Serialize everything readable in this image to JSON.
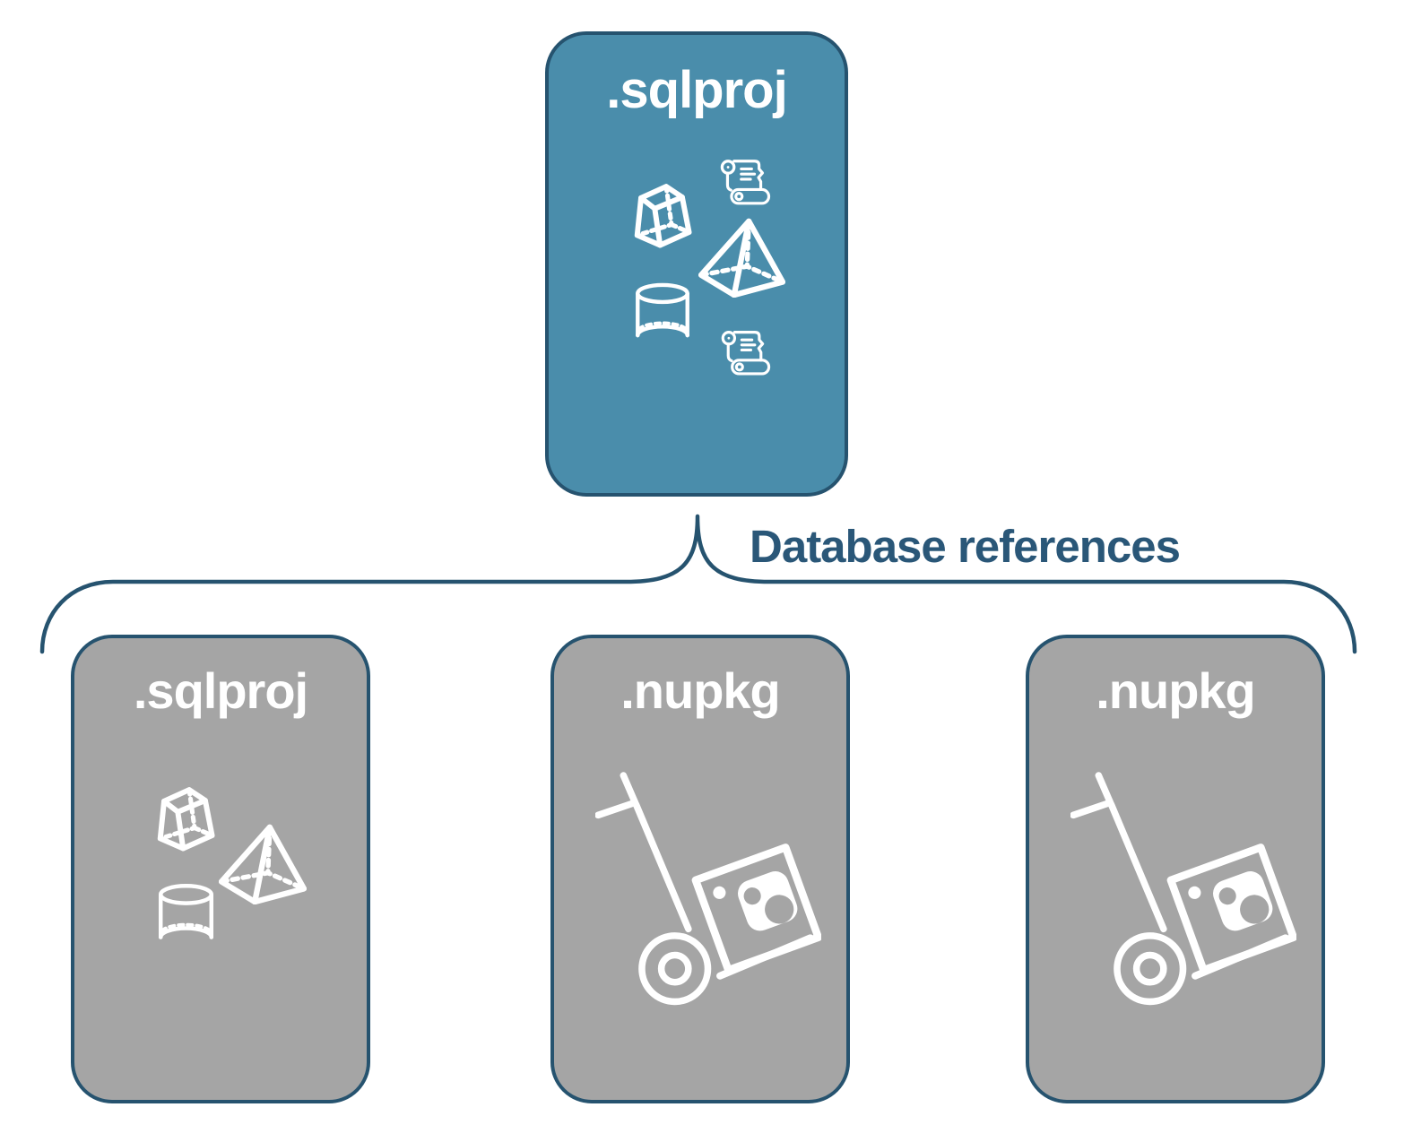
{
  "diagram": {
    "root": {
      "label": ".sqlproj",
      "icons": [
        "scroll-icon",
        "cube-icon",
        "pyramid-icon",
        "cylinder-icon",
        "scroll-icon"
      ]
    },
    "edge_label": "Database references",
    "children": [
      {
        "label": ".sqlproj",
        "icons": [
          "cube-icon",
          "pyramid-icon",
          "cylinder-icon"
        ]
      },
      {
        "label": ".nupkg",
        "icons": [
          "hand-truck-package-icon"
        ]
      },
      {
        "label": ".nupkg",
        "icons": [
          "hand-truck-package-icon"
        ]
      }
    ],
    "colors": {
      "root_fill": "#4A8DAB",
      "child_fill": "#A5A5A5",
      "outline": "#26536F",
      "label_text": "#FFFFFF",
      "edge_text": "#2A5778"
    }
  }
}
